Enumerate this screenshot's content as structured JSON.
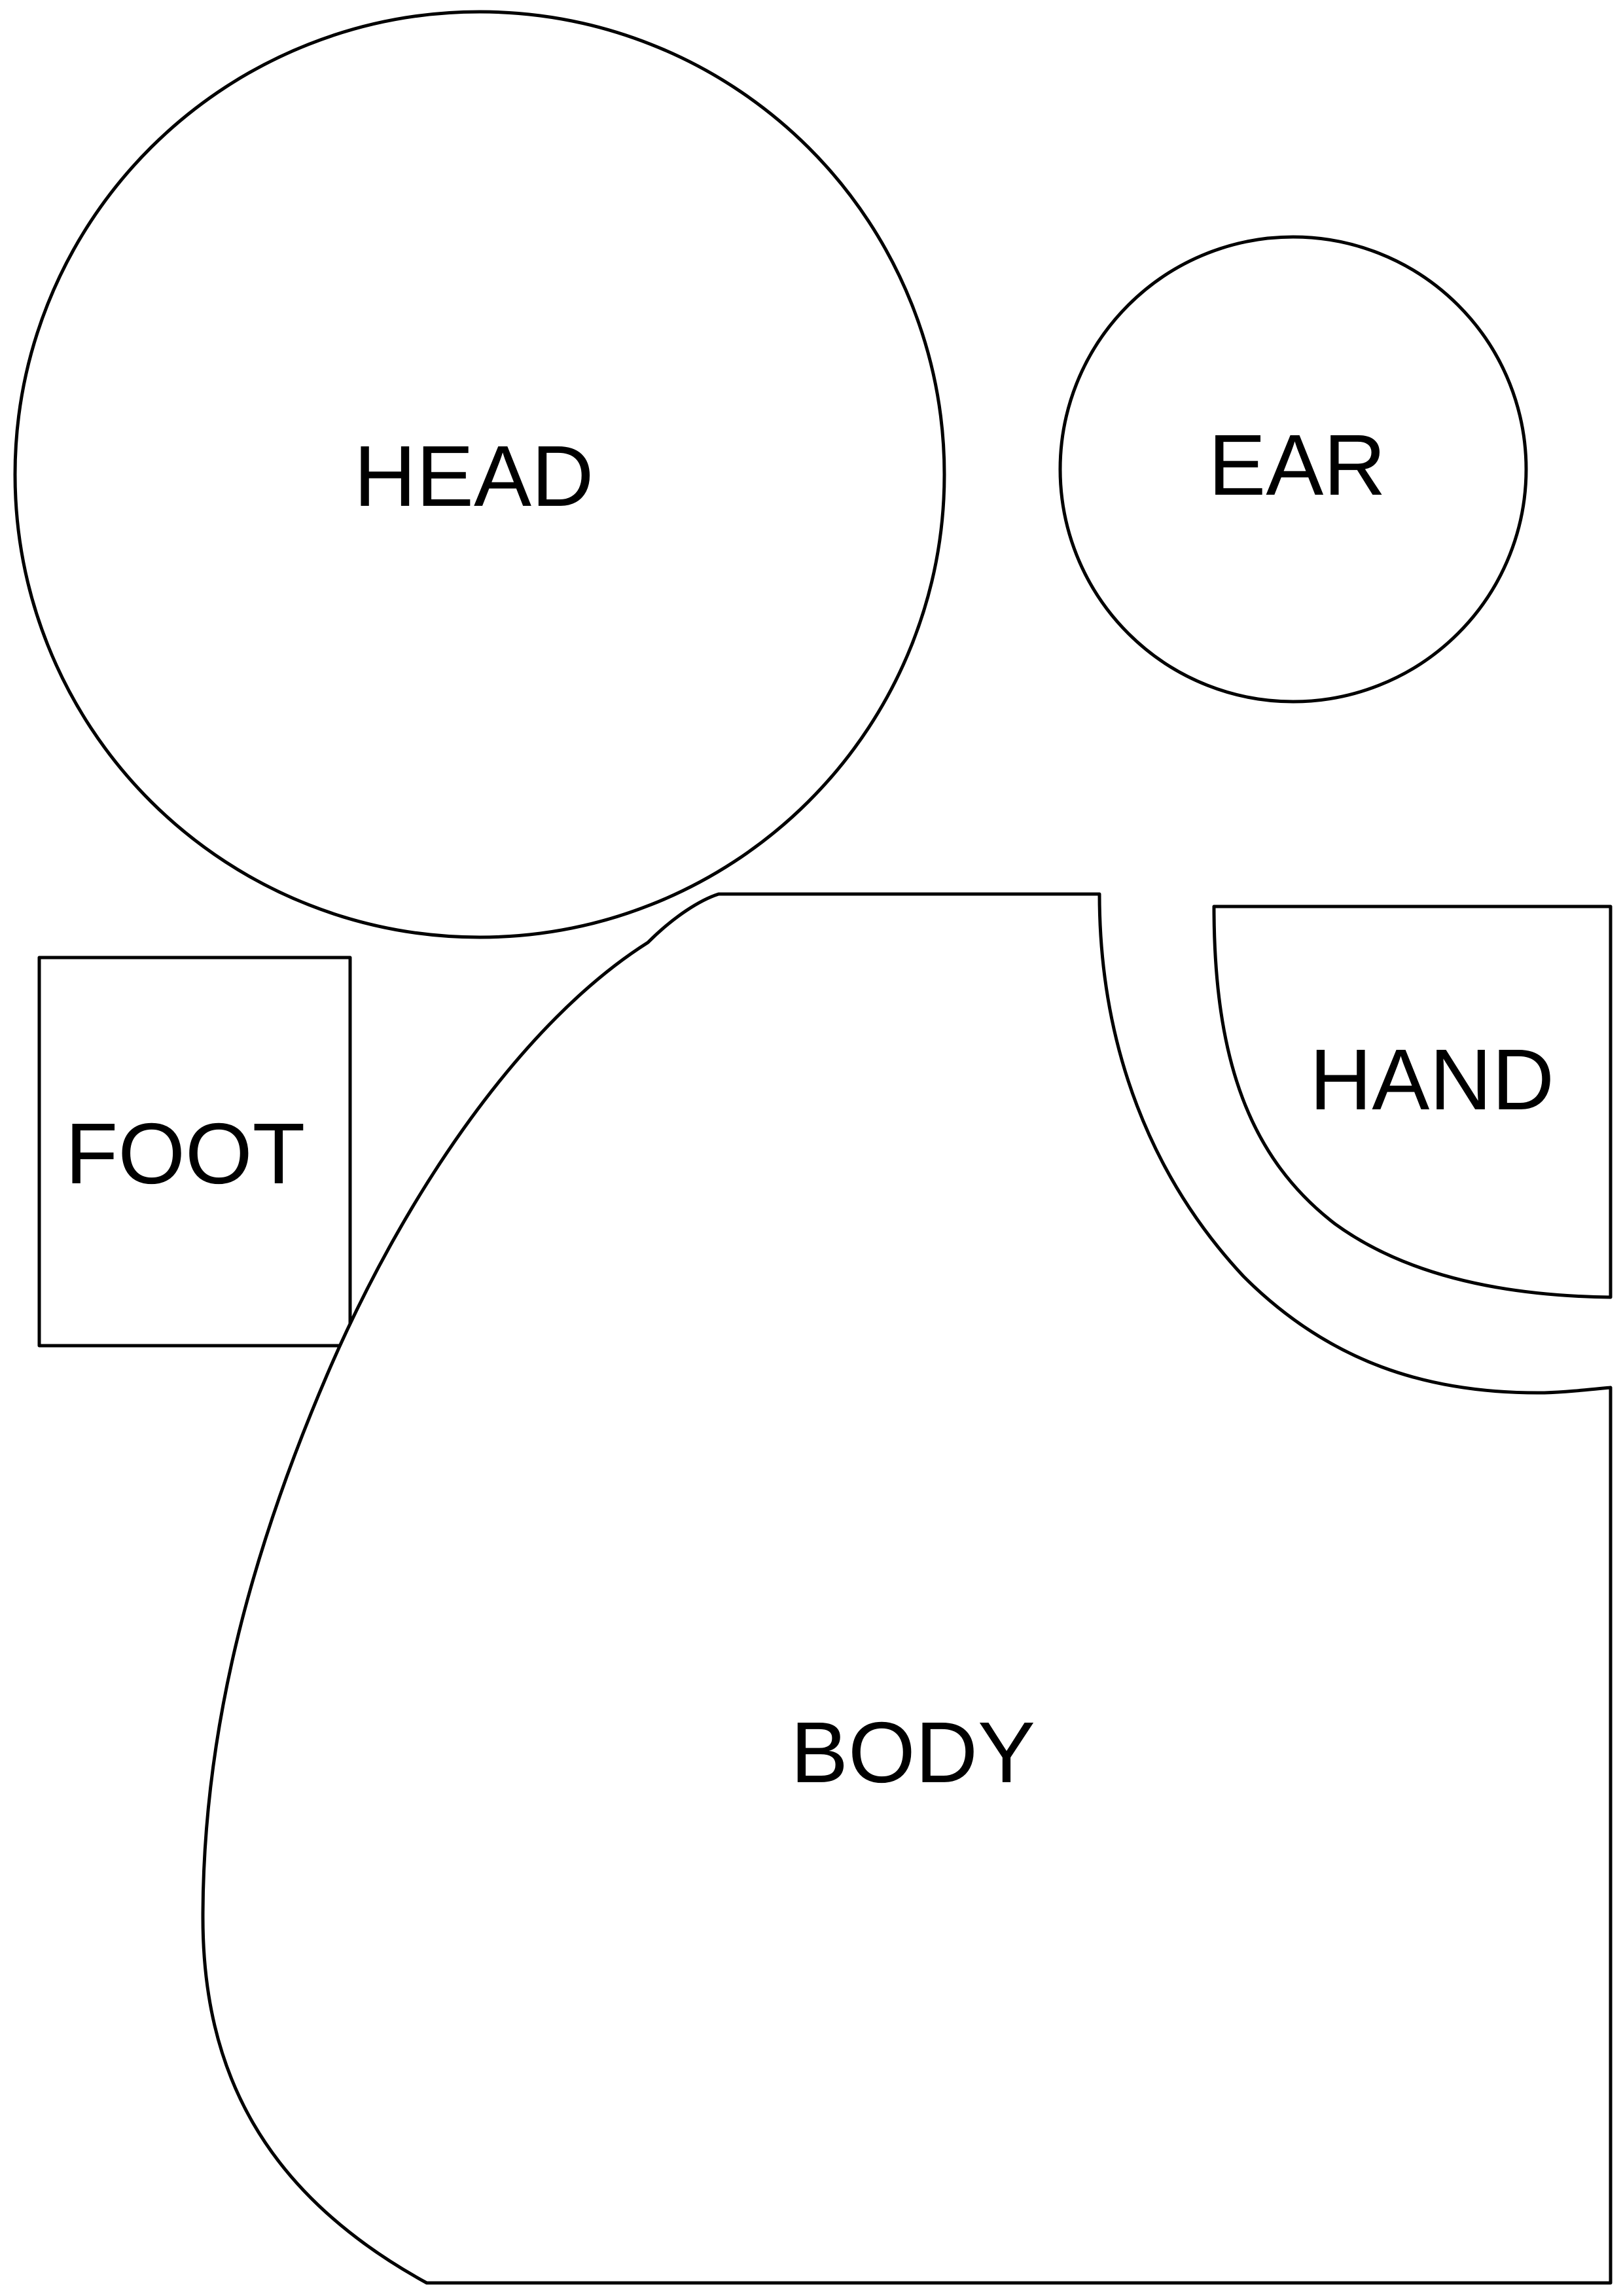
{
  "pieces": {
    "head": {
      "label": "HEAD"
    },
    "ear": {
      "label": "EAR"
    },
    "foot": {
      "label": "FOOT"
    },
    "hand": {
      "label": "HAND"
    },
    "body": {
      "label": "BODY"
    }
  },
  "colors": {
    "outline": "#000000",
    "background": "#ffffff",
    "text": "#000000"
  }
}
